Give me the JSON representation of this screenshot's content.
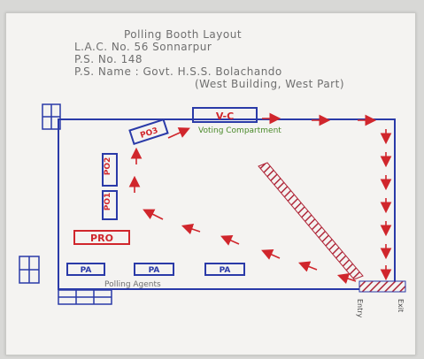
{
  "heading": {
    "title": "Polling Booth Layout",
    "line1": "L.A.C. No. 56 Sonnarpur",
    "line2": "P.S. No. 148",
    "line3": "P.S. Name : Govt. H.S.S. Bolachando",
    "line4": "(West Building, West Part)"
  },
  "boxes": {
    "vc": "V-C",
    "po3": "PO3",
    "po2": "PO2",
    "po1": "PO1",
    "pro": "PRO",
    "pa1": "PA",
    "pa2": "PA",
    "pa3": "PA"
  },
  "annotations": {
    "voting_compartment": "Voting Compartment",
    "polling_agents": "Polling Agents",
    "entry": "Entry",
    "exit": "Exit"
  },
  "colors": {
    "ink_blue": "#2a3aa8",
    "ink_red": "#d0262c",
    "ink_green": "#4a8a2a",
    "pencil": "#6f6f6f",
    "paper": "#f4f3f1"
  }
}
